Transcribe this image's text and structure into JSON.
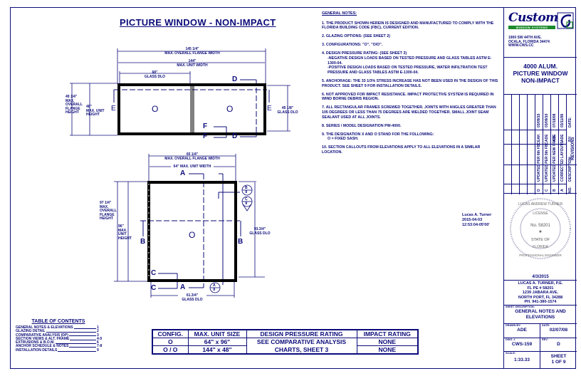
{
  "title": "PICTURE WINDOW - NON-IMPACT",
  "elevation_top": {
    "overall_flange_width": "145 1/4\"",
    "overall_flange_width_label": "MAX. OVERALL FLANGE WIDTH",
    "unit_width": "144\"",
    "unit_width_label": "MAX. UNIT WIDTH",
    "glass_dlo_width": "68\"",
    "glass_dlo_label": "GLASS DLO",
    "overall_flange_height": "49 1/4\"",
    "overall_flange_height_label": "MAX. OVERALL FLANGE HEIGHT",
    "unit_height": "48\"",
    "unit_height_label": "MAX. UNIT HEIGHT",
    "glass_dlo_height": "45 1/8\"",
    "glass_dlo_height_label": "GLASS DLO",
    "panels": [
      "O",
      "O"
    ],
    "section_marks": [
      "D",
      "D",
      "E",
      "E",
      "F",
      "F"
    ]
  },
  "elevation_bottom": {
    "overall_flange_width": "65 1/4\"",
    "overall_flange_width_label": "MAX. OVERALL FLANGE WIDTH",
    "unit_width": "64\"",
    "unit_width_label": "MAX. UNIT WIDTH",
    "overall_flange_height": "97 1/4\"",
    "overall_flange_height_label": "MAX. OVERALL FLANGE HEIGHT",
    "unit_height": "96\"",
    "unit_height_label": "MAX. UNIT HEIGHT",
    "glass_dlo_height": "93.3/4\"",
    "glass_dlo_height_label": "GLASS DLO",
    "glass_dlo_width": "61.3/4\"",
    "glass_dlo_width_label": "GLASS DLO",
    "panel": "O",
    "section_marks": [
      "A",
      "A",
      "B",
      "B",
      "C",
      "C"
    ],
    "detail_bubbles": [
      {
        "top": "B",
        "bottom": "8"
      },
      {
        "top": "C",
        "bottom": "8"
      },
      {
        "top": "A",
        "bottom": "8"
      }
    ]
  },
  "general_notes": {
    "heading": "GENERAL NOTES:",
    "items": [
      "1. THE PRODUCT SHOWN HEREIN IS DESIGNED AND MANUFACTURED TO COMPLY WITH THE FLORIDA BUILDING CODE (FBC), CURRENT EDITION.",
      "2. GLAZING OPTIONS: (SEE SHEET 2)",
      "3. CONFIGURATIONS: \"O\", \"O/O\".",
      "4. DESIGN PRESSURE RATING: (SEE SHEET 3)",
      "5. ANCHORAGE: THE 33 1/3% STRESS INCREASE HAS NOT BEEN USED IN THE DESIGN OF THIS PRODUCT. SEE SHEET 9 FOR INSTALLATION DETAILS.",
      "6. NOT APPROVED FOR IMPACT RESISTANCE. IMPACT PROTECTIVE SYSTEM IS REQUIRED IN WIND BORNE DEBRIS REGION.",
      "7. ALL RECTANGULAR FRAMES SCREWED TOGETHER. JOINTS WITH ANGLES GREATER THAN 105 DEGREES OR LESS THAN 75 DEGREES ARE WELDED TOGETHER. SMALL JOINT SEAM SEALANT USED AT ALL JOINTS.",
      "8. SERIES / MODEL DESIGNATION PW-4000.",
      "9. THE DESIGNATION X AND O STAND FOR THE FOLLOWING:",
      "10. SECTION CALLOUTS FROM ELEVATIONS APPLY TO ALL ELEVATIONS IN A SIMILAR LOCATION."
    ],
    "note4_sub": [
      "-NEGATIVE DESIGN LOADS BASED ON TESTED PRESSURE AND GLASS TABLES ASTM E-1300-04.",
      "-POSITIVE DESIGN LOADS BASED ON TESTED PRESSURE, WATER INFILTRATION TEST PRESSURE AND GLASS TABLES ASTM E-1300-04."
    ],
    "note9_sub": "O = FIXED SASH."
  },
  "signature": {
    "name": "Lucas A. Turner",
    "date": "2015-04-03",
    "time": "12:53:04-05'00'"
  },
  "title_block": {
    "company": "Custom",
    "company_sub": "WINDOW SYSTEMS",
    "address": [
      "1900 SW 44TH AVE.",
      "OCALA, FLORIDA 34474",
      "WWW.CWS.CC"
    ],
    "product_name": [
      "4000 ALUM.",
      "PICTURE WINDOW",
      "NON-IMPACT"
    ],
    "revisions": {
      "header": {
        "no": "NO.",
        "description": "DESCRIPTION:",
        "by": "BY:",
        "date": "DATE:"
      },
      "label": "REVISIONS",
      "rows": [
        {
          "no": "D",
          "description": "UPDATED PER 6th FBC",
          "by": "EAK",
          "date": "03/09/15"
        },
        {
          "no": "C",
          "description": "UPDATED PER 5th FBC",
          "by": "ADE",
          "date": "03/09/10"
        },
        {
          "no": "B",
          "description": "UPDATED PER NEW PROD.",
          "by": "ADE",
          "date": "07/18/08"
        },
        {
          "no": "A",
          "description": "CORRECTED LAYOUTS",
          "by": "ADE",
          "date": "03/11/08"
        }
      ]
    },
    "seal": {
      "ring": "LUCAS ANDREW TURNER",
      "license": "LICENSE",
      "number": "No. 58201",
      "state": "STATE OF",
      "florida": "FLORIDA",
      "bottom": "PROFESSIONAL ENGINEER",
      "date": "4/3/2015"
    },
    "engineer": [
      "LUCAS A. TURNER, P.E.",
      "FL PE # 58201",
      "1239 JABARA AVE.",
      "NORTH PORT, FL 34288",
      "PH. 941-380-1574"
    ],
    "sheet_description_label": "SHEET DESCRIPTION:",
    "sheet_description": "GENERAL NOTES AND ELEVATIONS",
    "drawn_by_label": "DRAWN BY:",
    "drawn_by": "ADE",
    "date_label": "DATE:",
    "date": "02/07/08",
    "dwg_label": "DWG. #",
    "dwg": "CWS-159",
    "rev_label": "REV:",
    "rev": "D",
    "scale_label": "SCALE:",
    "scale": "1:33.33",
    "sheet": "SHEET",
    "sheet_of": "1 OF 9"
  },
  "table_of_contents": {
    "heading": "TABLE OF CONTENTS",
    "items": [
      {
        "title": "GENERAL NOTES & ELEVATIONS",
        "page": "1"
      },
      {
        "title": "GLAZING DETAIL",
        "page": "2"
      },
      {
        "title": "COMPARATIVE ANALYSIS (DP)",
        "page": "3"
      },
      {
        "title": "SECTION VIEWS & ALT. FRAME",
        "page": "4-5"
      },
      {
        "title": "EXTRUSIONS & B.O.M.",
        "page": "6"
      },
      {
        "title": "ANCHOR SCHEDULE & NOTES",
        "page": "7-8"
      },
      {
        "title": "INSTALLATION DETAILS",
        "page": "9"
      }
    ]
  },
  "config_table": {
    "headers": [
      "CONFIG.",
      "MAX. UNIT SIZE",
      "DESIGN PRESSURE RATING",
      "IMPACT RATING"
    ],
    "rows": [
      [
        "O",
        "64\" x 96\"",
        "SEE COMPARATIVE ANALYSIS",
        "NONE"
      ],
      [
        "O / O",
        "144\" x 48\"",
        "CHARTS, SHEET 3",
        "NONE"
      ]
    ]
  },
  "colors": {
    "ink": "#0b0b7a",
    "frame_fill": "#000000",
    "logo_green": "#1a8a2a"
  }
}
